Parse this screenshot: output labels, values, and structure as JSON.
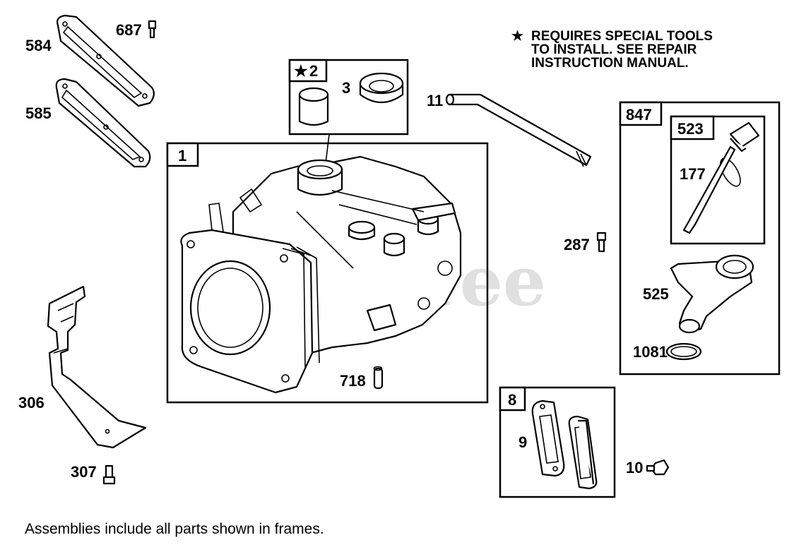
{
  "notice": {
    "star": "★",
    "lines": [
      "REQUIRES SPECIAL TOOLS",
      "TO INSTALL.  SEE REPAIR",
      "INSTRUCTION MANUAL."
    ]
  },
  "watermark": "PartsTree",
  "footer": "Assemblies include all parts shown in frames.",
  "frames": {
    "f1": "1",
    "f2": "2",
    "f2_star": "★",
    "f8": "8",
    "f847": "847",
    "f523": "523"
  },
  "labels": {
    "p584": "584",
    "p687": "687",
    "p585": "585",
    "p3": "3",
    "p11": "11",
    "p177": "177",
    "p287": "287",
    "p525": "525",
    "p1081": "1081",
    "p718": "718",
    "p306": "306",
    "p307": "307",
    "p9": "9",
    "p10": "10"
  }
}
